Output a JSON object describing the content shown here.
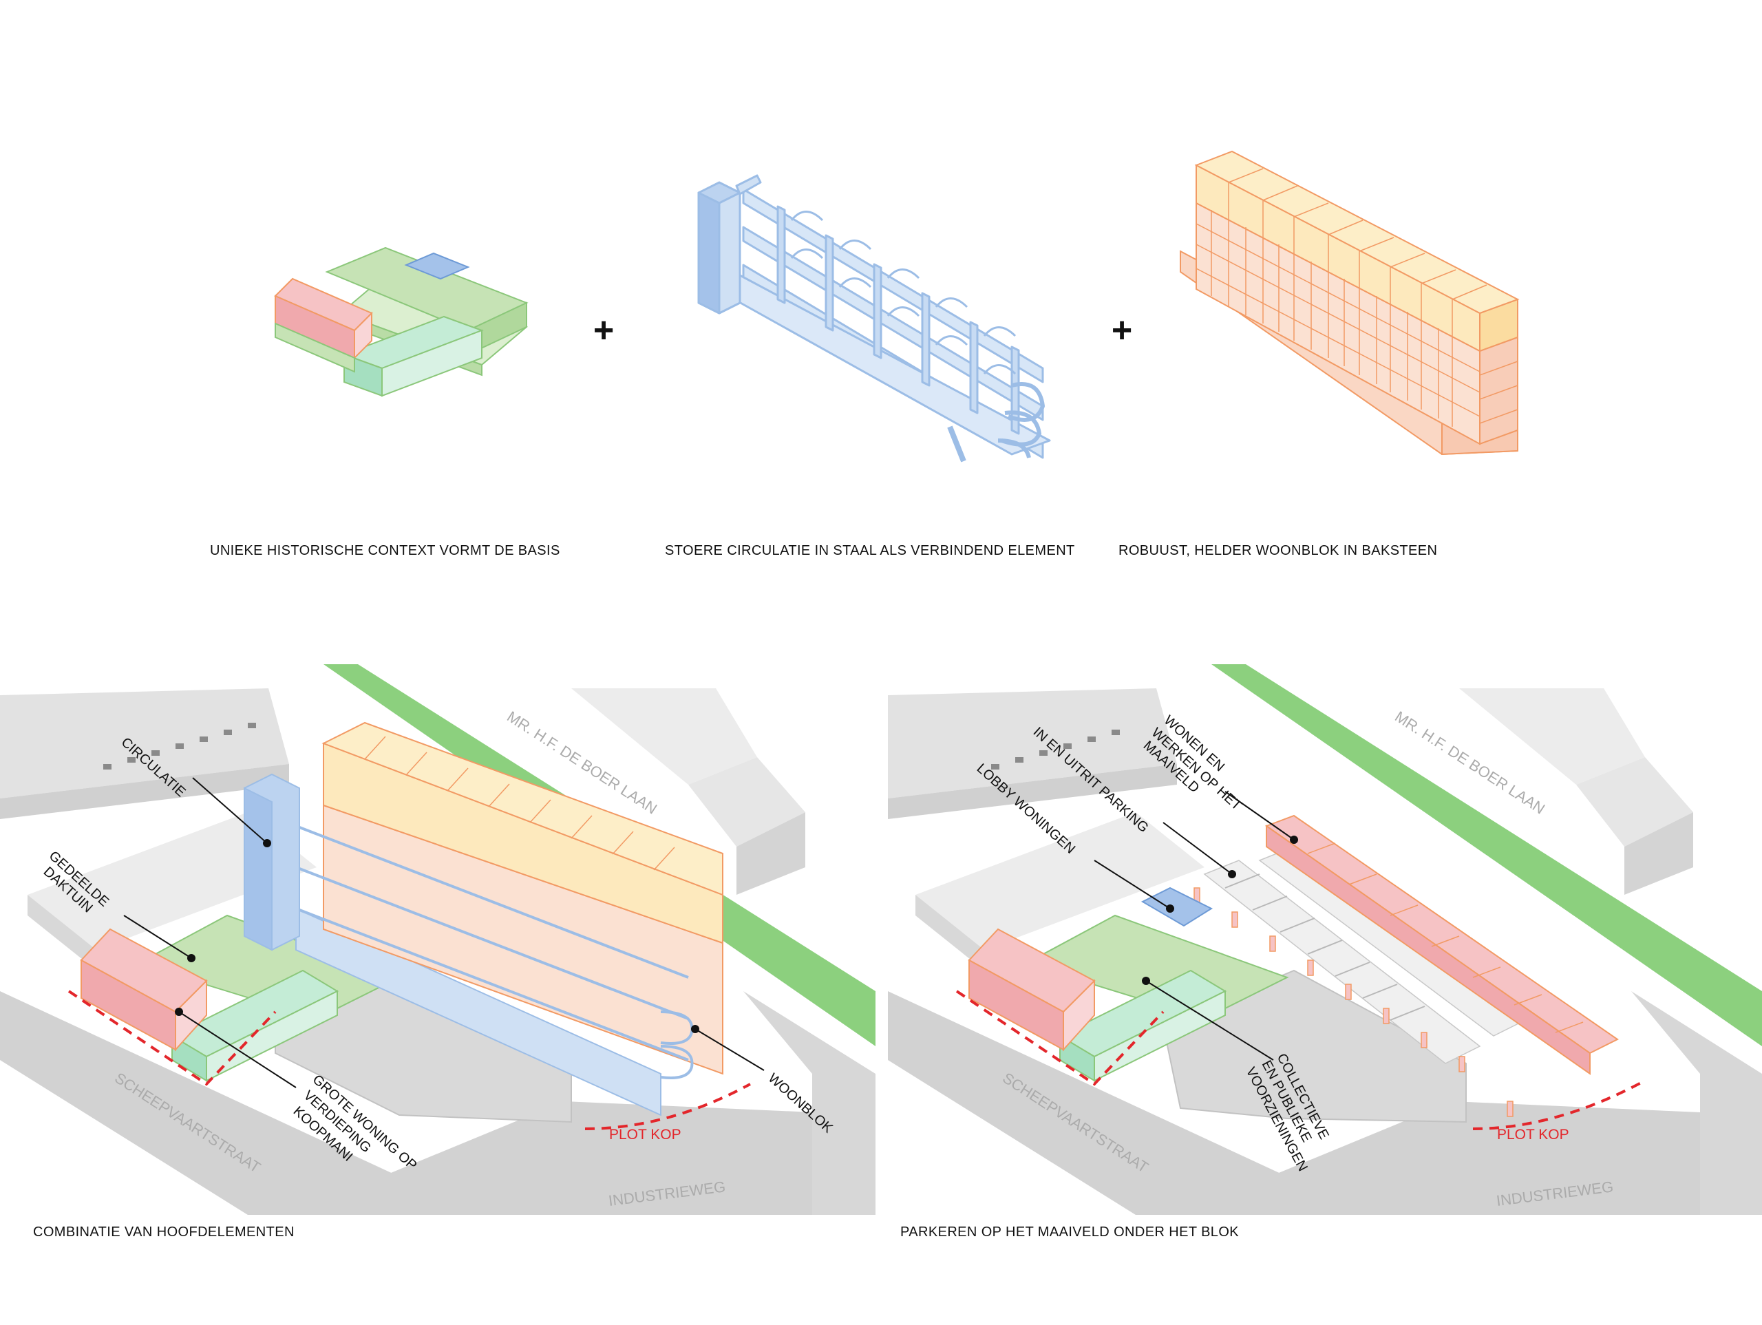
{
  "captions": {
    "context": "UNIEKE HISTORISCHE CONTEXT VORMT DE BASIS",
    "circulation": "STOERE CIRCULATIE IN STAAL ALS VERBINDEND ELEMENT",
    "block": "ROBUUST, HELDER WOONBLOK IN BAKSTEEN",
    "combination": "COMBINATIE VAN HOOFDELEMENTEN",
    "parking": "PARKEREN OP HET MAAIVELD ONDER HET BLOK"
  },
  "operators": {
    "plus1": "+",
    "plus2": "+"
  },
  "left_plan": {
    "circulatie": "CIRCULATIE",
    "daktuin_1": "GEDEELDE",
    "daktuin_2": "DAKTUIN",
    "grote_1": "GROTE WONING OP",
    "grote_2": "VERDIEPING",
    "grote_3": "KOOPMANI",
    "woonblok": "WOONBLOK",
    "plot_kop": "PLOT KOP",
    "road_mr": "MR. H.F. DE BOER LAAN",
    "road_scheep": "SCHEEPVAARTSTRAAT",
    "road_industrie": "INDUSTRIEWEG"
  },
  "right_plan": {
    "wonen_1": "WONEN EN",
    "wonen_2": "WERKEN OP HET",
    "wonen_3": "MAAIVELD",
    "parking": "IN EN UITRIT PARKING",
    "lobby": "LOBBY WONINGEN",
    "coll_1": "COLLECTIEVE",
    "coll_2": "EN PUBLIEKE",
    "coll_3": "VOORZIENINGEN",
    "plot_kop": "PLOT KOP",
    "road_mr": "MR. H.F. DE BOER LAAN",
    "road_scheep": "SCHEEPVAARTSTRAAT",
    "road_industrie": "INDUSTRIEWEG"
  },
  "colors": {
    "pink": "#f6c3c5",
    "green": "#c6e3b5",
    "mint": "#c4ecd6",
    "blue": "#a4c2ea",
    "light_blue": "#cfe0f4",
    "yellow": "#fbe6b3",
    "salmon": "#fad7c4",
    "orange_line": "#f29a64",
    "road": "#d2d2d2",
    "grass": "#8cd07e",
    "red_dash": "#e3262b"
  }
}
